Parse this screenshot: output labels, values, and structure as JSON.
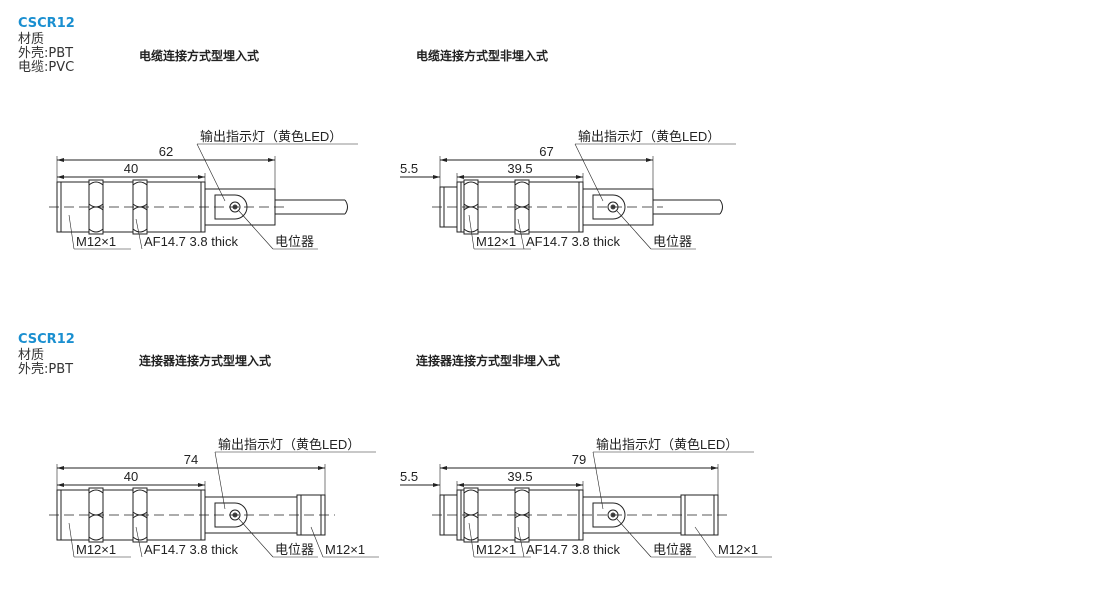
{
  "sections": [
    {
      "model": "CSCR12",
      "material_label": "材质",
      "materials": [
        "外壳:PBT",
        "电缆:PVC"
      ],
      "variants": [
        {
          "title": "电缆连接方式型埋入式",
          "total": "62",
          "body": "40",
          "offset": null,
          "labels": {
            "led": "输出指示灯（黄色LED）",
            "thread": "M12×1",
            "nut": "AF14.7 3.8 thick",
            "pot": "电位器",
            "thread2": null
          }
        },
        {
          "title": "电缆连接方式型非埋入式",
          "total": "67",
          "body": "39.5",
          "offset": "5.5",
          "labels": {
            "led": "输出指示灯（黄色LED）",
            "thread": "M12×1",
            "nut": "AF14.7 3.8 thick",
            "pot": "电位器",
            "thread2": null
          }
        }
      ]
    },
    {
      "model": "CSCR12",
      "material_label": "材质",
      "materials": [
        "外壳:PBT"
      ],
      "variants": [
        {
          "title": "连接器连接方式型埋入式",
          "total": "74",
          "body": "40",
          "offset": null,
          "labels": {
            "led": "输出指示灯（黄色LED）",
            "thread": "M12×1",
            "nut": "AF14.7 3.8 thick",
            "pot": "电位器",
            "thread2": "M12×1"
          }
        },
        {
          "title": "连接器连接方式型非埋入式",
          "total": "79",
          "body": "39.5",
          "offset": "5.5",
          "labels": {
            "led": "输出指示灯（黄色LED）",
            "thread": "M12×1",
            "nut": "AF14.7 3.8 thick",
            "pot": "电位器",
            "thread2": "M12×1"
          }
        }
      ]
    }
  ]
}
